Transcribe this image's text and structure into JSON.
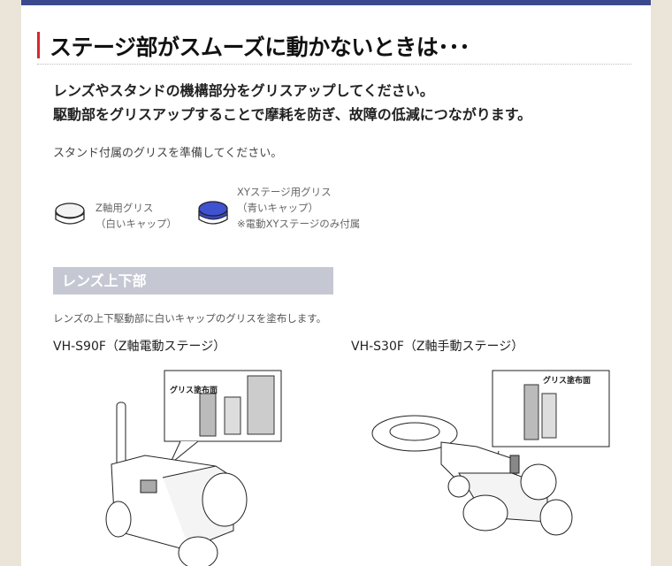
{
  "title": "ステージ部がスムーズに動かないときは･･･",
  "lead": [
    "レンズやスタンドの機構部分をグリスアップしてください。",
    "駆動部をグリスアップすることで摩耗を防ぎ、故障の低減につながります。"
  ],
  "note": "スタンド付属のグリスを準備してください。",
  "greases": [
    {
      "lines": [
        "Z軸用グリス",
        "（白いキャップ）"
      ],
      "cap_color": "#ffffff"
    },
    {
      "lines": [
        "XYステージ用グリス",
        "（青いキャップ）",
        "※電動XYステージのみ付属"
      ],
      "cap_color": "#3848c0"
    }
  ],
  "section": {
    "title": "レンズ上下部",
    "desc": "レンズの上下駆動部に白いキャップのグリスを塗布します。"
  },
  "models": [
    {
      "name": "VH-S90F（Z軸電動ステージ）",
      "callout": "グリス塗布面"
    },
    {
      "name": "VH-S30F（Z軸手動ステージ）",
      "callout": "グリス塗布面"
    }
  ]
}
